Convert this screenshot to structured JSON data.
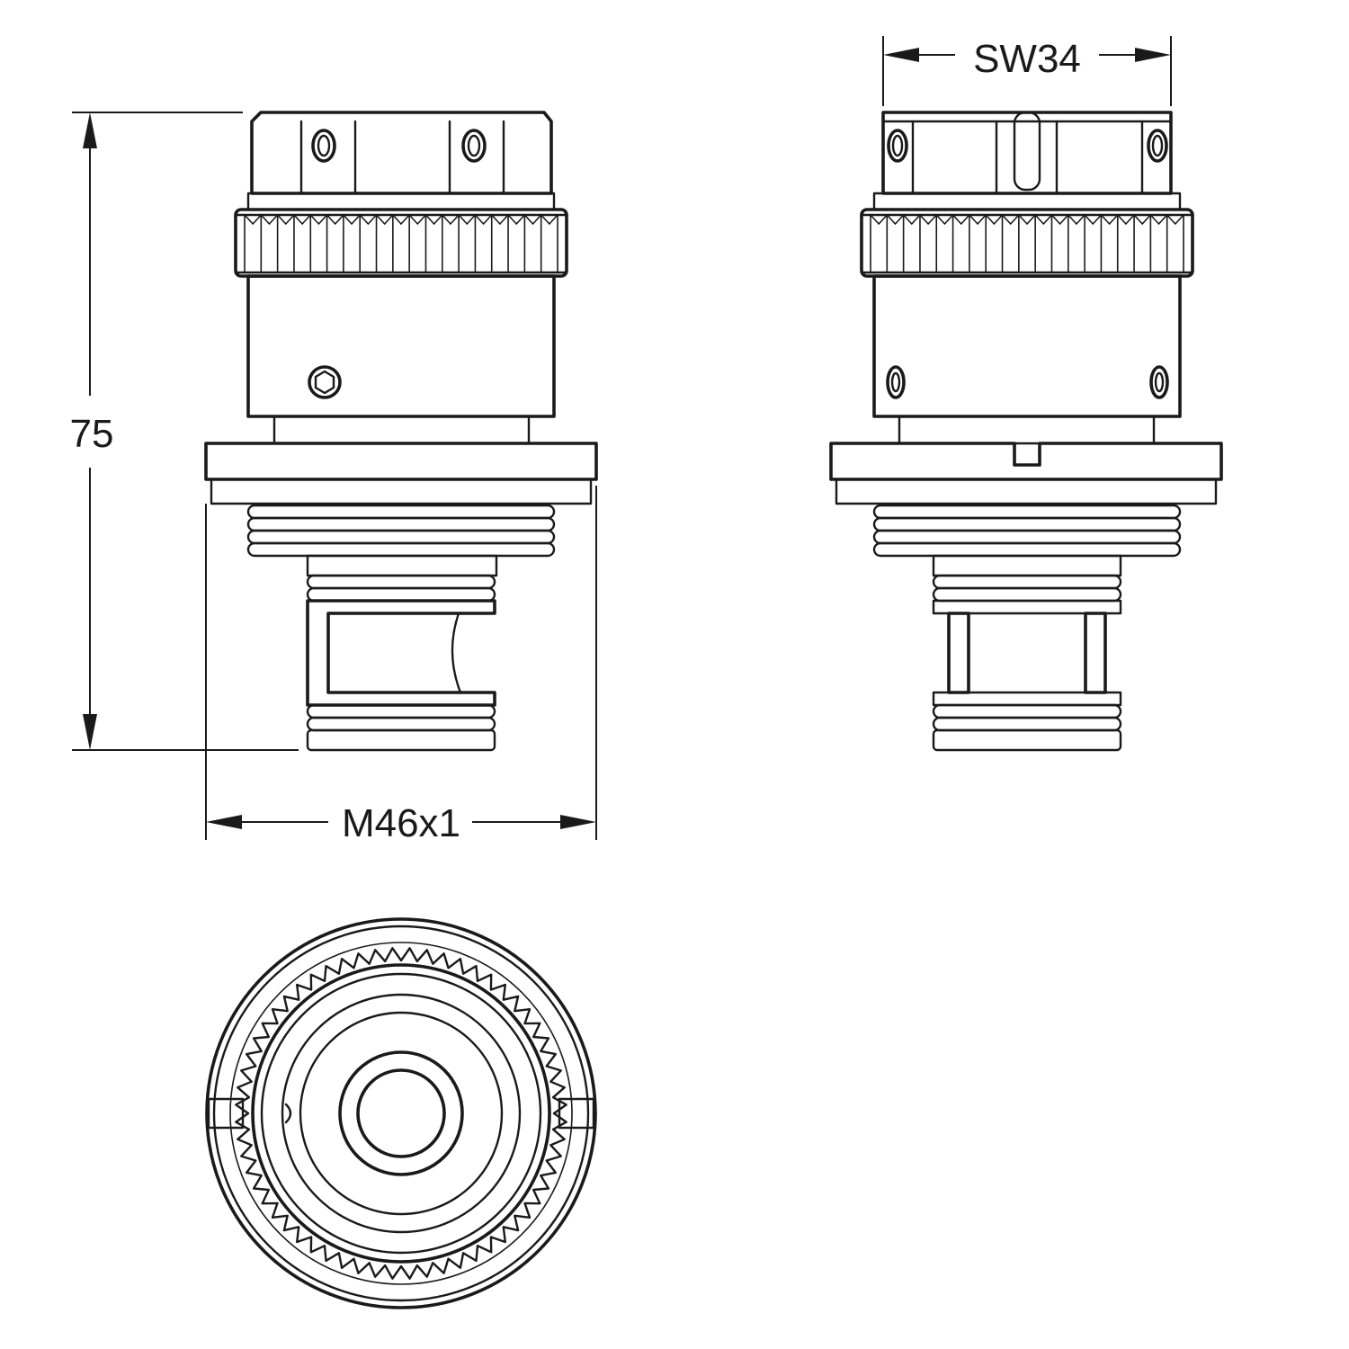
{
  "dimensions": {
    "height": "75",
    "thread": "M46x1",
    "wrench": "SW34"
  },
  "views": {
    "front": "front-view",
    "side": "side-view",
    "bottom": "bottom-view"
  }
}
